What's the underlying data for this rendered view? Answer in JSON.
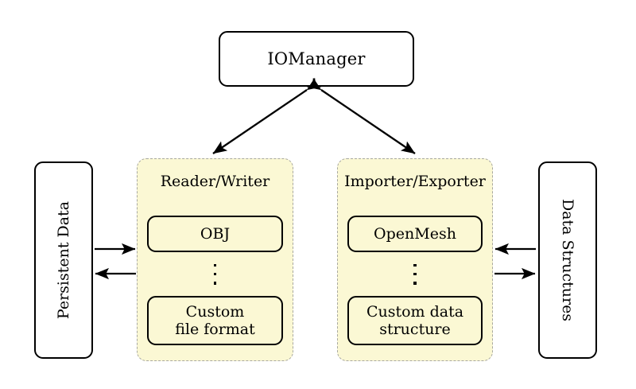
{
  "diagram": {
    "title_node": {
      "label": "IOManager"
    },
    "left_store": {
      "label": "Persistent Data"
    },
    "right_store": {
      "label": "Data Structures"
    },
    "groups": [
      {
        "id": "reader-writer",
        "title": "Reader/Writer",
        "top_item": "OBJ",
        "ellipsis": "⋮",
        "bottom_item_line1": "Custom",
        "bottom_item_line2": "file format"
      },
      {
        "id": "importer-exporter",
        "title": "Importer/Exporter",
        "top_item": "OpenMesh",
        "ellipsis": "⋮",
        "bottom_item_line1": "Custom data",
        "bottom_item_line2": "structure"
      }
    ],
    "connections": [
      {
        "name": "iomanager-to-reader-writer",
        "kind": "bidirectional-diagonal"
      },
      {
        "name": "iomanager-to-importer-exporter",
        "kind": "bidirectional-diagonal"
      },
      {
        "name": "persistent-data-to-reader-writer",
        "kind": "arrow-right"
      },
      {
        "name": "reader-writer-to-persistent-data",
        "kind": "arrow-left"
      },
      {
        "name": "importer-exporter-to-data-structures",
        "kind": "arrow-left"
      },
      {
        "name": "data-structures-to-importer-exporter",
        "kind": "arrow-right"
      }
    ],
    "colors": {
      "group_fill": "#fbf8d4",
      "group_border": "#a8a8a0",
      "node_border": "#000000",
      "background": "#ffffff"
    }
  }
}
